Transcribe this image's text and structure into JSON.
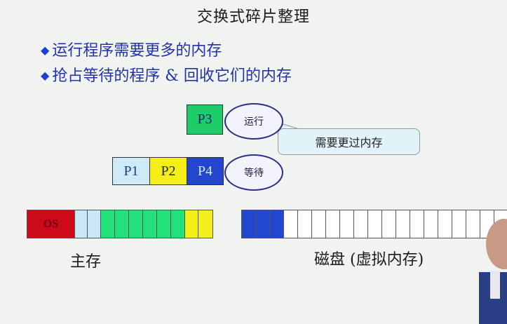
{
  "title": "交换式碎片整理",
  "bullets": [
    "运行程序需要更多的内存",
    "抢占等待的程序 & 回收它们的内存"
  ],
  "processes": {
    "p3": "P3",
    "p1": "P1",
    "p2": "P2",
    "p4": "P4"
  },
  "states": {
    "running": "运行",
    "waiting": "等待"
  },
  "callout": "需要更过内存",
  "main_memory": {
    "os_label": "OS",
    "cells": [
      "#c8e8f6",
      "#c8e8f6",
      "#22e07a",
      "#22e07a",
      "#22e07a",
      "#22e07a",
      "#22e07a",
      "#22e07a",
      "#f4ef18",
      "#f4ef18"
    ],
    "cell_widths": [
      18,
      19,
      20,
      20,
      20,
      20,
      20,
      20,
      19,
      20
    ],
    "label": "主存"
  },
  "disk": {
    "cells_filled": [
      "#2346cf",
      "#2346cf",
      "#2346cf"
    ],
    "empty_count": 17,
    "label": "磁盘 (虚拟内存)"
  },
  "colors": {
    "accent": "#2233aa",
    "os": "#cc0a1a",
    "p3": "#1ccd6a",
    "p1": "#cdeaf6",
    "p2": "#f6ee18",
    "p4": "#2346cf"
  }
}
